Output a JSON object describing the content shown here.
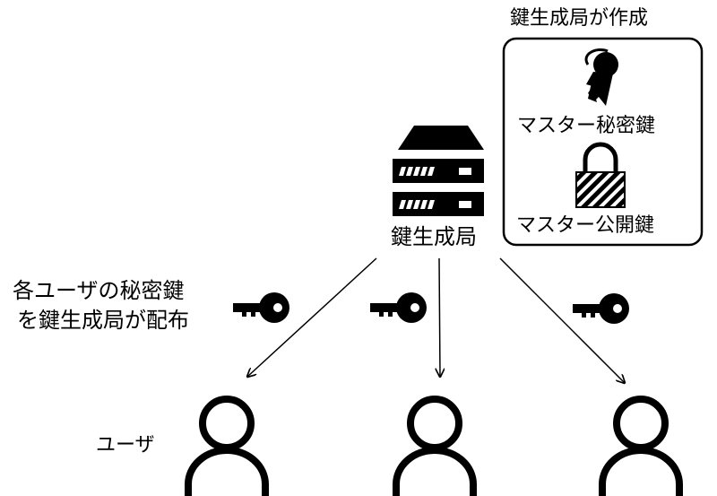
{
  "authority": {
    "label": "鍵生成局",
    "created_by_label": "鍵生成局が作成"
  },
  "master_keys": {
    "secret_label": "マスター秘密鍵",
    "public_label": "マスター公開鍵"
  },
  "distribution": {
    "line1": "各ユーザの秘密鍵",
    "line2": "を鍵生成局が配布"
  },
  "users": {
    "label": "ユーザ",
    "count": 3
  },
  "colors": {
    "ink": "#000000",
    "background": "#ffffff"
  },
  "icons": {
    "server": "server-icon",
    "master_secret_key": "key-icon",
    "master_public_key": "padlock-icon",
    "distributed_key": "key-icon",
    "user": "user-icon"
  }
}
